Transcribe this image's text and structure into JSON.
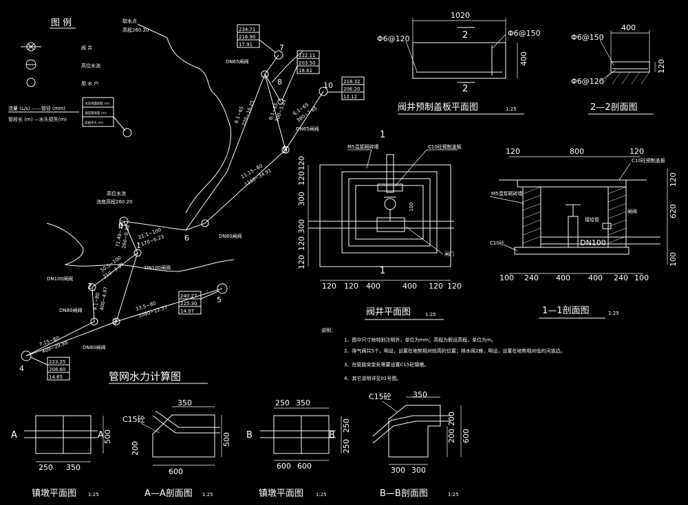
{
  "legend": {
    "title": "图 例",
    "items": [
      "阀 井",
      "高位水池",
      "用 水 户"
    ],
    "note1": "流量 (L/s) ——管径 (mm)",
    "note2": "管段长 (m) —水头损失(m)",
    "box_rows": [
      "水压地面高程 (m)",
      "测压管高程 (m)",
      "自由水头 (m)"
    ]
  },
  "network": {
    "title": "管网水力计算图",
    "intake_label": "取水点",
    "intake_elev": "高程260.20",
    "tank_label": "高位水池",
    "tank_elev": "池底高程260.20",
    "valve_labels": [
      "DN65闸阀",
      "DN65闸阀",
      "DN80闸阀",
      "DN100闸阀",
      "DN100闸阀",
      "DN80闸阀",
      "DN80闸阀"
    ],
    "nodes": [
      "0",
      "1",
      "2",
      "3",
      "4",
      "5",
      "6",
      "7",
      "8",
      "9",
      "10"
    ],
    "pipe_labels": [
      "6.1~65",
      "220~16.25",
      "6.1~65",
      "300~5.21",
      "6.1~65",
      "380~7.65",
      "11.15~80",
      "1150~34.91",
      "21.1~100",
      "170~6.23",
      "50.5~100",
      "210~3.97",
      "13.5~80",
      "1080~12.37",
      "9.1~80",
      "400~4.97",
      "7.15~80",
      "400~29.99",
      "71.49~100",
      "260~0.38"
    ],
    "node7": [
      "234.71",
      "216.90",
      "17.91"
    ],
    "node9": [
      "222.11",
      "203.50",
      "18.61"
    ],
    "node10": [
      "218.32",
      "206.20",
      "12.12"
    ],
    "node5": [
      "240.27",
      "225.30",
      "14.97"
    ],
    "node4": [
      "223.25",
      "208.60",
      "14.65"
    ]
  },
  "cover": {
    "title": "阀井预制盖板平面图",
    "scale": "1:25",
    "dim_w": "1020",
    "dim_h": "400",
    "rebar1": "Φ6@150",
    "rebar2": "Φ6@120",
    "section_mark": "2"
  },
  "sec22": {
    "title": "2—2剖面图",
    "dim_w": "400",
    "dim_h": "120",
    "rebar1": "Φ6@150",
    "rebar2": "Φ6@120"
  },
  "valve_plan": {
    "title": "阀井平面图",
    "scale": "1:25",
    "label_wall": "M5混浆砌砖墙",
    "label_cover": "C10砼预制盖板",
    "label_pipe": "闸门",
    "section_mark": "1",
    "dims_bottom": [
      "120",
      "120",
      "400",
      "400",
      "120",
      "120"
    ],
    "dims_left": [
      "120",
      "120",
      "300",
      "300",
      "120",
      "120"
    ],
    "dim_small": "100"
  },
  "sec11": {
    "title": "1—1剖面图",
    "scale": "1:25",
    "dims_top": [
      "120",
      "800",
      "120"
    ],
    "dims_bottom": [
      "100",
      "240",
      "400",
      "400",
      "240",
      "100"
    ],
    "dims_right": [
      "120",
      "620",
      "100"
    ],
    "label_wall": "M5混浆砌砖墙",
    "label_cover": "C10砼预制盖板",
    "label_floor": "C10砼",
    "label_pipe": "接给管",
    "label_valve": "闸阀",
    "label_dn": "DN100"
  },
  "notes": {
    "heading": "说明：",
    "items": [
      "1、图中尺寸除特别注明外，单位为mm；高程为假设高程，单位为m。",
      "2、排气阀共5个，明设，设置在地势相对较高的位置；排水阀2座，明设，设置在地势相对低的河道边。",
      "3、在管路突变处需要设置C15砼镇墩。",
      "4、其它说明详见01号图。"
    ]
  },
  "bottom": {
    "t1": "镇墩平面图",
    "s1": "1:25",
    "t2": "A—A剖面图",
    "s2": "1:25",
    "t3": "镇墩平面图",
    "s3": "1:25",
    "t4": "B—B剖面图",
    "s4": "1:25",
    "markA": "A",
    "markB": "B",
    "c15": "C15砼",
    "d250": "250",
    "d350": "350",
    "d500": "500",
    "d600": "600",
    "d200": "200",
    "d300": "300"
  }
}
